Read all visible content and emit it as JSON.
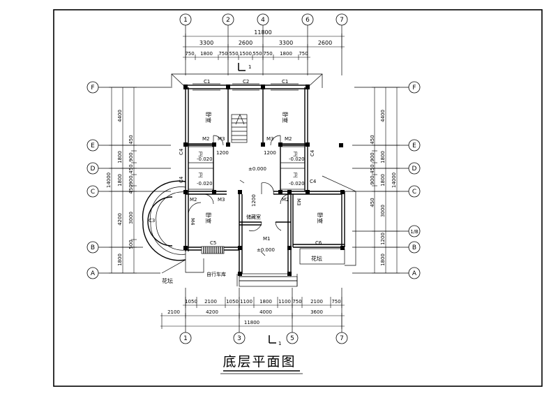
{
  "drawing": {
    "title": "底层平面图",
    "section_mark": "1"
  },
  "axes": {
    "top": [
      "1",
      "2",
      "4",
      "6",
      "7"
    ],
    "bottom": [
      "1",
      "3",
      "5",
      "7"
    ],
    "left": [
      "F",
      "E",
      "D",
      "C",
      "B",
      "A"
    ],
    "right": [
      "F",
      "E",
      "D",
      "C",
      "1/B",
      "B",
      "A"
    ]
  },
  "dims": {
    "top_total": "11800",
    "top_row1": [
      "3300",
      "2600",
      "3300",
      "2600"
    ],
    "top_row2": [
      "750",
      "1800",
      "750",
      "550",
      "1500",
      "550",
      "750",
      "1800",
      "750"
    ],
    "bottom_row1": [
      "1050",
      "2100",
      "1050",
      "1100",
      "1800",
      "1100",
      "750",
      "2100",
      "750"
    ],
    "bottom_row2": [
      "2100",
      "4200",
      "4000",
      "3600"
    ],
    "bottom_total": "11800",
    "left_outer": [
      "4400",
      "1800",
      "1800",
      "4200",
      "1800"
    ],
    "left_total": "14000",
    "left_inner": [
      "450",
      "900",
      "450",
      "900",
      "450",
      "3000",
      "500"
    ],
    "right_outer": [
      "4400",
      "1800",
      "1800",
      "3000",
      "1200",
      "1800"
    ],
    "right_total": "14000",
    "right_inner": [
      "450",
      "900",
      "450",
      "900",
      "450"
    ]
  },
  "rooms": {
    "bedroom": "卧室",
    "toilet": "卫",
    "storage": "储藏室",
    "garage": "自行车库",
    "flower_bed": "花坛"
  },
  "labels": {
    "C1": "C1",
    "C2": "C2",
    "C3": "C3",
    "C4": "C4",
    "C5": "C5",
    "C6": "C6",
    "M1": "M1",
    "M2": "M2",
    "M3": "M3",
    "M4": "M4",
    "elev_0": "±0.000",
    "elev_0b": "±0.000",
    "elev_toilet": "-0.020",
    "dim_1200": "1200"
  }
}
